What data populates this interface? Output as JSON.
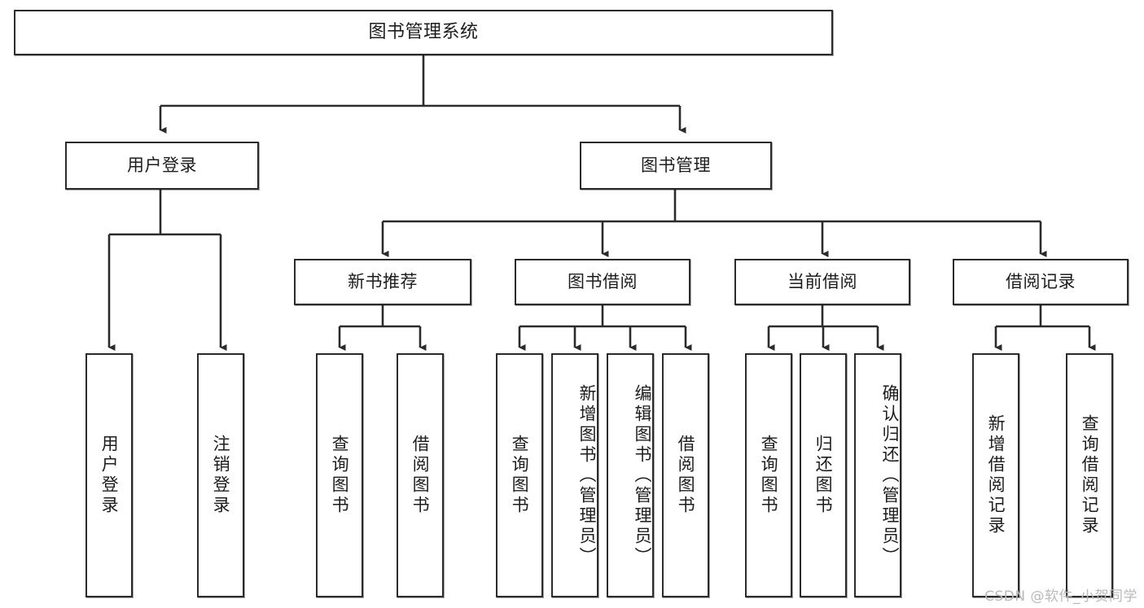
{
  "diagram": {
    "title": "图书管理系统",
    "type": "tree",
    "watermark": "CSDN @软件_小贺同学",
    "colors": {
      "stroke": "#2b2b2b",
      "fill": "#ffffff",
      "text": "#1d1d1d",
      "watermark": "#b9b9b9"
    },
    "nodes": {
      "root": {
        "label": "图书管理系统",
        "level": 1,
        "orientation": "horizontal"
      },
      "user_login": {
        "label": "用户登录",
        "level": 2,
        "orientation": "horizontal"
      },
      "book_manage": {
        "label": "图书管理",
        "level": 2,
        "orientation": "horizontal"
      },
      "new_book_rec": {
        "label": "新书推荐",
        "level": 3,
        "orientation": "horizontal"
      },
      "book_borrow": {
        "label": "图书借阅",
        "level": 3,
        "orientation": "horizontal"
      },
      "current_borrow": {
        "label": "当前借阅",
        "level": 3,
        "orientation": "horizontal"
      },
      "borrow_record": {
        "label": "借阅记录",
        "level": 3,
        "orientation": "horizontal"
      },
      "leaf_user_login": {
        "label": "用户登录",
        "level": 3,
        "orientation": "vertical"
      },
      "leaf_logout": {
        "label": "注销登录",
        "level": 3,
        "orientation": "vertical"
      },
      "leaf_query_book_1": {
        "label": "查询图书",
        "level": 4,
        "orientation": "vertical"
      },
      "leaf_borrow_book_1": {
        "label": "借阅图书",
        "level": 4,
        "orientation": "vertical"
      },
      "leaf_query_book_2": {
        "label": "查询图书",
        "level": 4,
        "orientation": "vertical"
      },
      "leaf_add_book": {
        "label": "新增图书（管理员）",
        "level": 4,
        "orientation": "vertical"
      },
      "leaf_edit_book": {
        "label": "编辑图书（管理员）",
        "level": 4,
        "orientation": "vertical"
      },
      "leaf_borrow_book_2": {
        "label": "借阅图书",
        "level": 4,
        "orientation": "vertical"
      },
      "leaf_query_book_3": {
        "label": "查询图书",
        "level": 4,
        "orientation": "vertical"
      },
      "leaf_return_book": {
        "label": "归还图书",
        "level": 4,
        "orientation": "vertical"
      },
      "leaf_confirm_return": {
        "label": "确认归还（管理员）",
        "level": 4,
        "orientation": "vertical"
      },
      "leaf_add_record": {
        "label": "新增借阅记录",
        "level": 4,
        "orientation": "vertical"
      },
      "leaf_query_record": {
        "label": "查询借阅记录",
        "level": 4,
        "orientation": "vertical"
      }
    },
    "edges": [
      {
        "from": "root",
        "to": "user_login"
      },
      {
        "from": "root",
        "to": "book_manage"
      },
      {
        "from": "user_login",
        "to": "leaf_user_login"
      },
      {
        "from": "user_login",
        "to": "leaf_logout"
      },
      {
        "from": "book_manage",
        "to": "new_book_rec"
      },
      {
        "from": "book_manage",
        "to": "book_borrow"
      },
      {
        "from": "book_manage",
        "to": "current_borrow"
      },
      {
        "from": "book_manage",
        "to": "borrow_record"
      },
      {
        "from": "new_book_rec",
        "to": "leaf_query_book_1"
      },
      {
        "from": "new_book_rec",
        "to": "leaf_borrow_book_1"
      },
      {
        "from": "book_borrow",
        "to": "leaf_query_book_2"
      },
      {
        "from": "book_borrow",
        "to": "leaf_add_book"
      },
      {
        "from": "book_borrow",
        "to": "leaf_edit_book"
      },
      {
        "from": "book_borrow",
        "to": "leaf_borrow_book_2"
      },
      {
        "from": "current_borrow",
        "to": "leaf_query_book_3"
      },
      {
        "from": "current_borrow",
        "to": "leaf_return_book"
      },
      {
        "from": "current_borrow",
        "to": "leaf_confirm_return"
      },
      {
        "from": "borrow_record",
        "to": "leaf_add_record"
      },
      {
        "from": "borrow_record",
        "to": "leaf_query_record"
      }
    ]
  }
}
